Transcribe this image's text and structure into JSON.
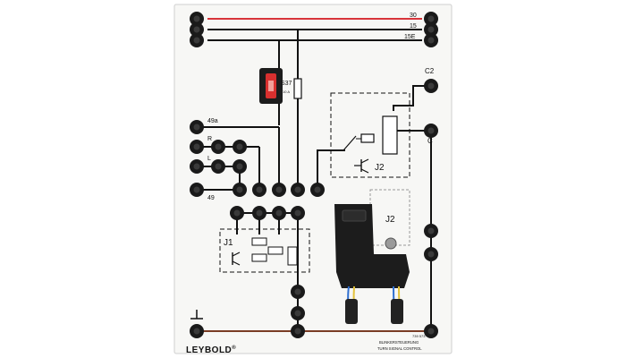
{
  "labels": {
    "rail_30": "30",
    "rail_15": "15",
    "rail_15e": "15E",
    "fuse_name": "S37",
    "fuse_rating": "10 A",
    "c2": "C2",
    "c": "C",
    "l49a": "49a",
    "r": "R",
    "l": "L",
    "l49": "49",
    "j2_relay": "J2",
    "j2_connector": "J2",
    "j1": "J1",
    "brand": "LEYBOLD",
    "brand_mark": "®",
    "part_no": "739 573",
    "title_de": "BLINKERSTEUERUNG",
    "title_en": "TURN SIGNAL CONTROL"
  },
  "colors": {
    "panel": "#f7f7f5",
    "wire": "#111111",
    "rail_30": "#d8343a",
    "ground": "#7a3d25",
    "socket": "#1a1a1a",
    "fuse": "#d9302f",
    "connector": "#1c1c1c",
    "lead_blue": "#2f6fd0",
    "lead_yellow": "#e3c23a"
  },
  "icons": {
    "ground": "ground-symbol-icon",
    "relay_contact": "relay-contact-icon",
    "relay_coil": "relay-coil-icon",
    "fuse": "fuse-symbol-icon"
  }
}
